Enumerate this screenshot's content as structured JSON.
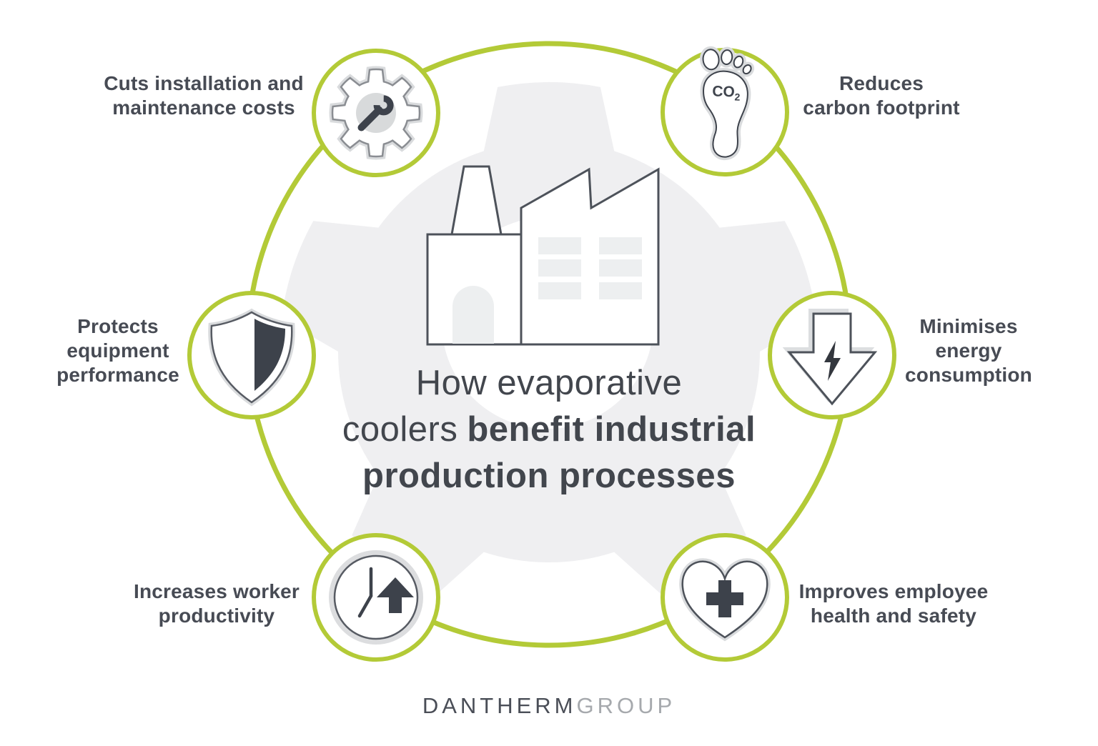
{
  "title": {
    "line1": "How evaporative",
    "line2_light": "coolers",
    "line2_bold": "benefit industrial",
    "line3": "production processes"
  },
  "benefits": [
    {
      "name": "cuts-installation-maintenance-costs",
      "icon": "gear-wrench-icon",
      "lines": [
        "Cuts installation and",
        "maintenance costs"
      ]
    },
    {
      "name": "reduces-carbon-footprint",
      "icon": "carbon-footprint-icon",
      "lines": [
        "Reduces",
        "carbon footprint"
      ],
      "co2": {
        "main": "CO",
        "sub": "2"
      }
    },
    {
      "name": "protects-equipment-performance",
      "icon": "shield-icon",
      "lines": [
        "Protects",
        "equipment",
        "performance"
      ]
    },
    {
      "name": "minimises-energy-consumption",
      "icon": "energy-down-arrow-icon",
      "lines": [
        "Minimises",
        "energy",
        "consumption"
      ]
    },
    {
      "name": "increases-worker-productivity",
      "icon": "clock-arrow-icon",
      "lines": [
        "Increases worker",
        "productivity"
      ]
    },
    {
      "name": "improves-employee-health-safety",
      "icon": "heart-cross-icon",
      "lines": [
        "Improves employee",
        "health and safety"
      ]
    }
  ],
  "logo": {
    "brand": "DANTHERM",
    "suffix": "GROUP"
  },
  "colors": {
    "accent_green": "#b3ca37",
    "gear_background_gray": "#efeff1",
    "icon_dark": "#3d424b",
    "outline_dark": "#494e57",
    "sticker_gray": "#d9dbdd",
    "label_text": "#474b54",
    "title_text": "#42464d",
    "logo_brand": "#4a4e57",
    "logo_suffix": "#a6a9ad"
  }
}
